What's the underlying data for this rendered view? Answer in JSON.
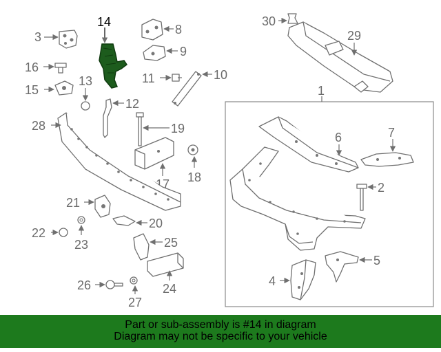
{
  "diagram": {
    "highlight_color": "#1d5c1d",
    "callouts": {
      "c1": "1",
      "c2": "2",
      "c3": "3",
      "c4": "4",
      "c5": "5",
      "c6": "6",
      "c7": "7",
      "c8": "8",
      "c9": "9",
      "c10": "10",
      "c11": "11",
      "c12": "12",
      "c13": "13",
      "c14": "14",
      "c15": "15",
      "c16": "16",
      "c17": "17",
      "c18": "18",
      "c19": "19",
      "c20": "20",
      "c21": "21",
      "c22": "22",
      "c23": "23",
      "c24": "24",
      "c25": "25",
      "c26": "26",
      "c27": "27",
      "c28": "28",
      "c29": "29",
      "c30": "30"
    },
    "highlighted_part": "14"
  },
  "banner": {
    "line1": "Part or sub-assembly is #14 in diagram",
    "line2": "Diagram may not be specific to your vehicle",
    "background": "#1d7a1d"
  }
}
